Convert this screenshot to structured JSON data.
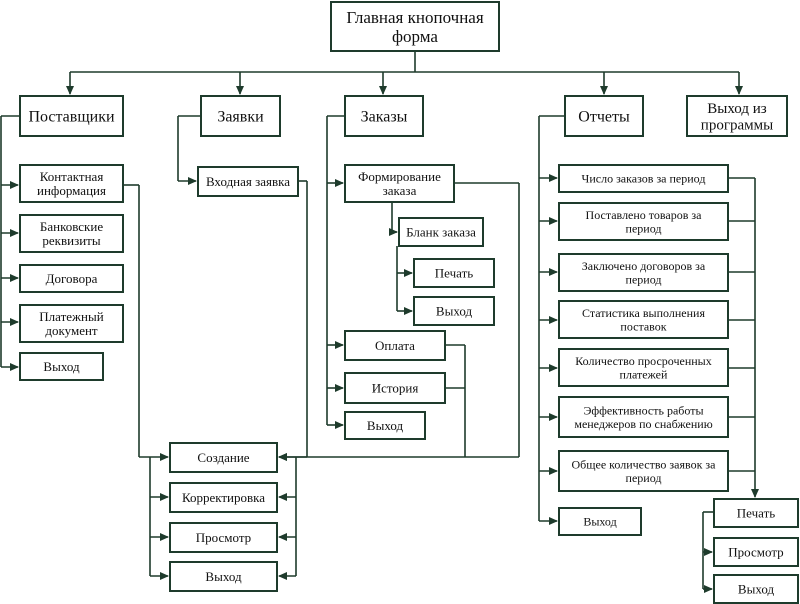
{
  "main_form": [
    "Главная кнопочная",
    "форма"
  ],
  "top_menu": {
    "suppliers": "Поставщики",
    "requests": "Заявки",
    "orders": "Заказы",
    "reports": "Отчеты",
    "exit_app": [
      "Выход из",
      "программы"
    ]
  },
  "suppliers_menu": {
    "contact": [
      "Контактная",
      "информация"
    ],
    "bank": [
      "Банковские",
      "реквизиты"
    ],
    "contract": "Договора",
    "payment": [
      "Платежный",
      "документ"
    ],
    "exit": "Выход"
  },
  "requests_menu": {
    "incoming": "Входная заявка"
  },
  "orders_menu": {
    "forming": [
      "Формирование",
      "заказа"
    ],
    "order_form": "Бланк заказа",
    "print": "Печать",
    "form_exit": "Выход",
    "payment": "Оплата",
    "history": "История",
    "exit": "Выход"
  },
  "reports_menu": {
    "orders_count": "Число заказов за период",
    "goods_delivered": [
      "Поставлено товаров за",
      "период"
    ],
    "contracts_signed": [
      "Заключено договоров за",
      "период"
    ],
    "delivery_stats": [
      "Статистика выполнения",
      "поставок"
    ],
    "overdue": [
      "Количество просроченных",
      "платежей"
    ],
    "efficiency": [
      "Эффективность работы",
      "менеджеров по снабжению"
    ],
    "total_requests": [
      "Общее количество заявок за",
      "период"
    ],
    "exit": "Выход"
  },
  "common_ops": {
    "create": "Создание",
    "edit": "Корректировка",
    "view": "Просмотр",
    "exit": "Выход"
  },
  "report_ops": {
    "print": "Печать",
    "view": "Просмотр",
    "exit": "Выход"
  }
}
